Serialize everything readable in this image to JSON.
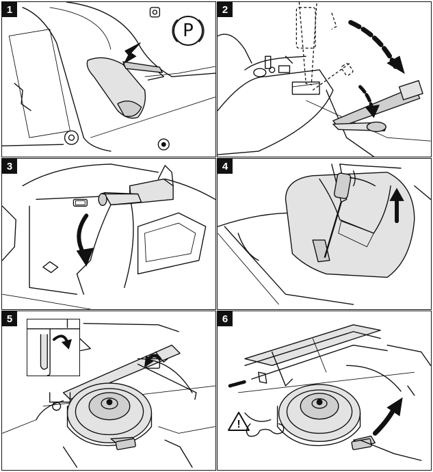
{
  "document": {
    "panels": [
      {
        "number": "1",
        "icon": "parking-brake-icon",
        "symbol": "P"
      },
      {
        "number": "2",
        "icon": "lever-swing-icon"
      },
      {
        "number": "3",
        "icon": "pin-removal-icon"
      },
      {
        "number": "4",
        "icon": "cover-removal-icon"
      },
      {
        "number": "5",
        "icon": "belt-detail-icon"
      },
      {
        "number": "6",
        "icon": "warning-triangle-icon",
        "warning_symbol": "!"
      }
    ]
  },
  "colors": {
    "line": "#111111",
    "fill": "#e3e3e3",
    "background": "#ffffff"
  }
}
